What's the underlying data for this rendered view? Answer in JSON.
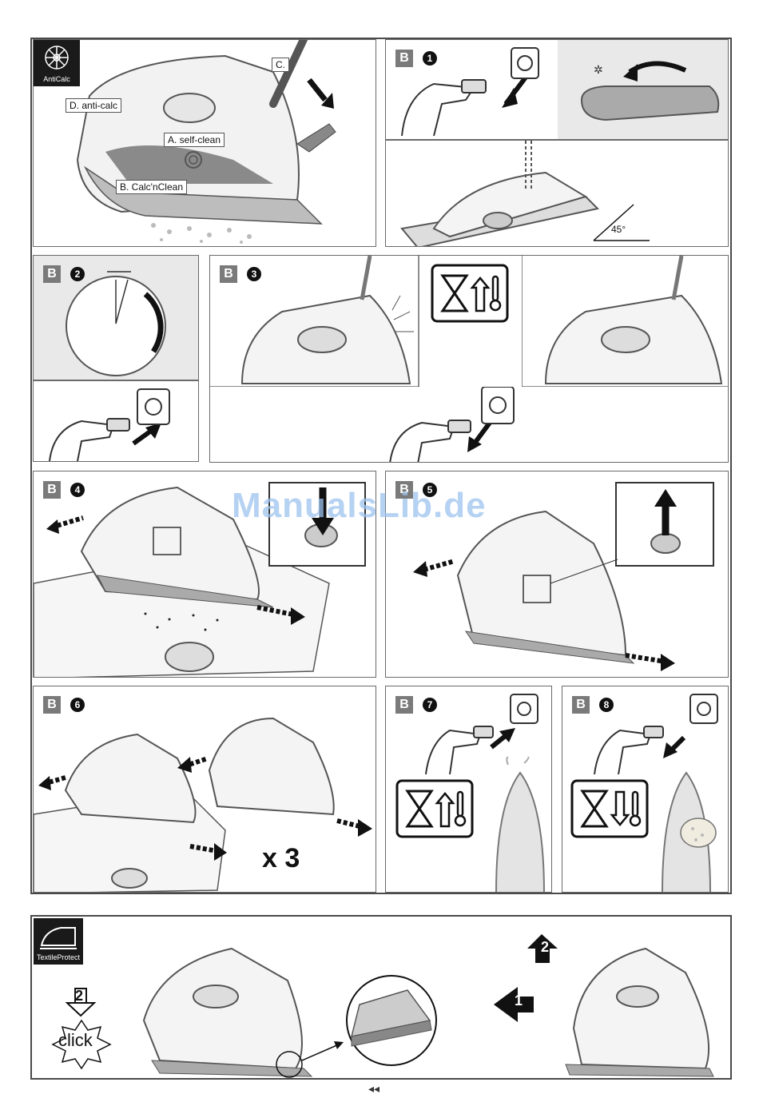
{
  "logos": {
    "anticalc": "AntiCalc",
    "textile": "TextileProtect"
  },
  "badges": {
    "b": "B",
    "steps": [
      "1",
      "2",
      "3",
      "4",
      "5",
      "6",
      "7",
      "8"
    ]
  },
  "labels": {
    "c": "C.",
    "d": "D. anti-calc",
    "a": "A. self-clean",
    "b": "B.  Calc'nClean",
    "angle": "45°",
    "click": "click",
    "two": "2",
    "one": "1",
    "times": "x 3"
  },
  "watermark": "ManualsLib.de",
  "footer": "◂◂",
  "icons": [
    "plug-icon",
    "socket-icon",
    "hourglass-icon",
    "temperature-up-icon",
    "temperature-down-icon",
    "arrow-icon",
    "anticalc-icon",
    "textile-protect-icon"
  ]
}
